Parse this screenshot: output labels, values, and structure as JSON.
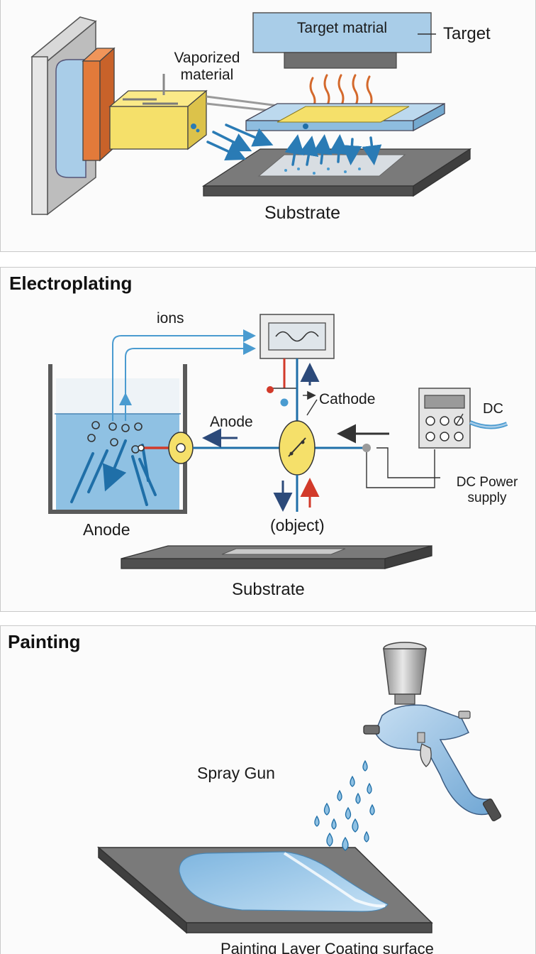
{
  "panels": {
    "pvd": {
      "target_box_label": "Target matrial",
      "target_label": "Target",
      "vaporized_label": "Vaporized\nmaterial",
      "substrate_label": "Substrate"
    },
    "electroplating": {
      "title": "Electroplating",
      "ions_label": "ions",
      "cathode_label": "Cathode",
      "anode_arrow_label": "Anode",
      "dc_label": "DC",
      "dc_supply_label": "DC Power\nsupply",
      "anode_label": "Anode",
      "object_label": "(object)",
      "substrate_label": "Substrate"
    },
    "painting": {
      "title": "Painting",
      "spray_gun_label": "Spray Gun",
      "surface_label": "Painting Layer Coating surface"
    }
  },
  "colors": {
    "blue_light": "#a9cde8",
    "blue_mid": "#4a9bd0",
    "blue_dark": "#1f6fa8",
    "yellow": "#f5e06a",
    "orange": "#e27a3a",
    "gray_dark": "#5c5c5c",
    "red": "#d23a2a"
  }
}
